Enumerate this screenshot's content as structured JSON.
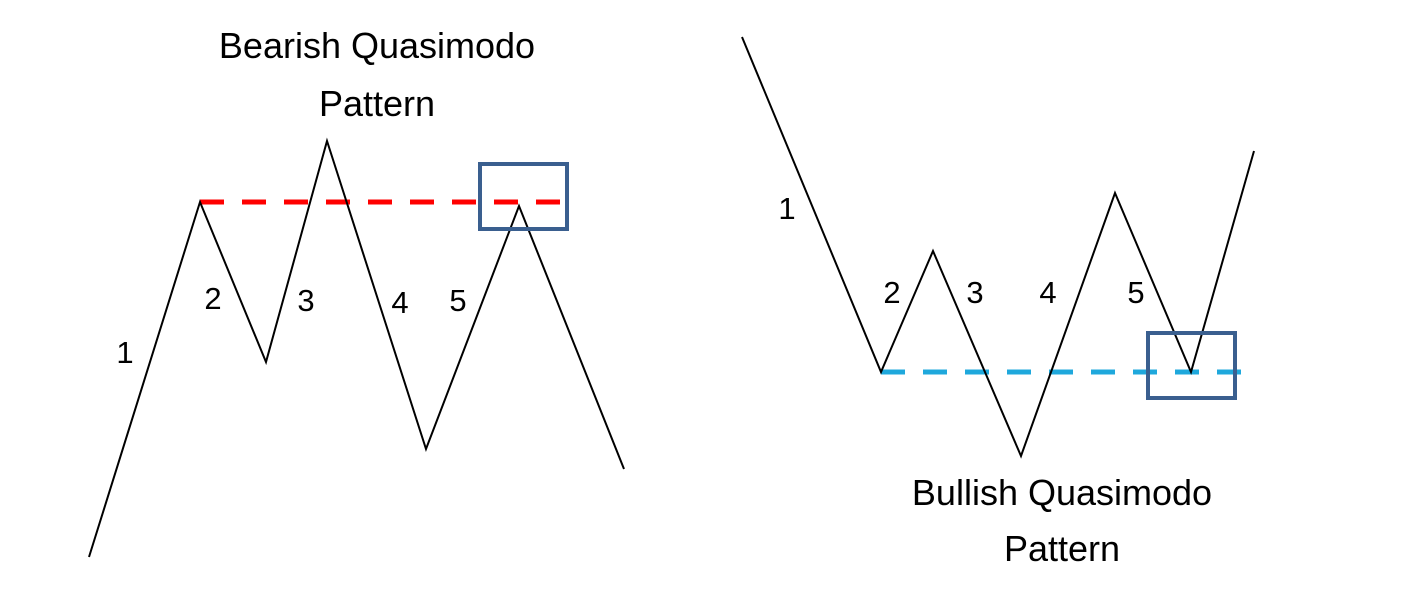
{
  "bearish": {
    "title_line1": "Bearish Quasimodo",
    "title_line2": "Pattern",
    "legs": [
      "1",
      "2",
      "3",
      "4",
      "5"
    ],
    "level_color": "#ff0000"
  },
  "bullish": {
    "title_line1": "Bullish Quasimodo",
    "title_line2": "Pattern",
    "legs": [
      "1",
      "2",
      "3",
      "4",
      "5"
    ],
    "level_color": "#1fa8dc"
  },
  "box_color": "#3a5f8f"
}
